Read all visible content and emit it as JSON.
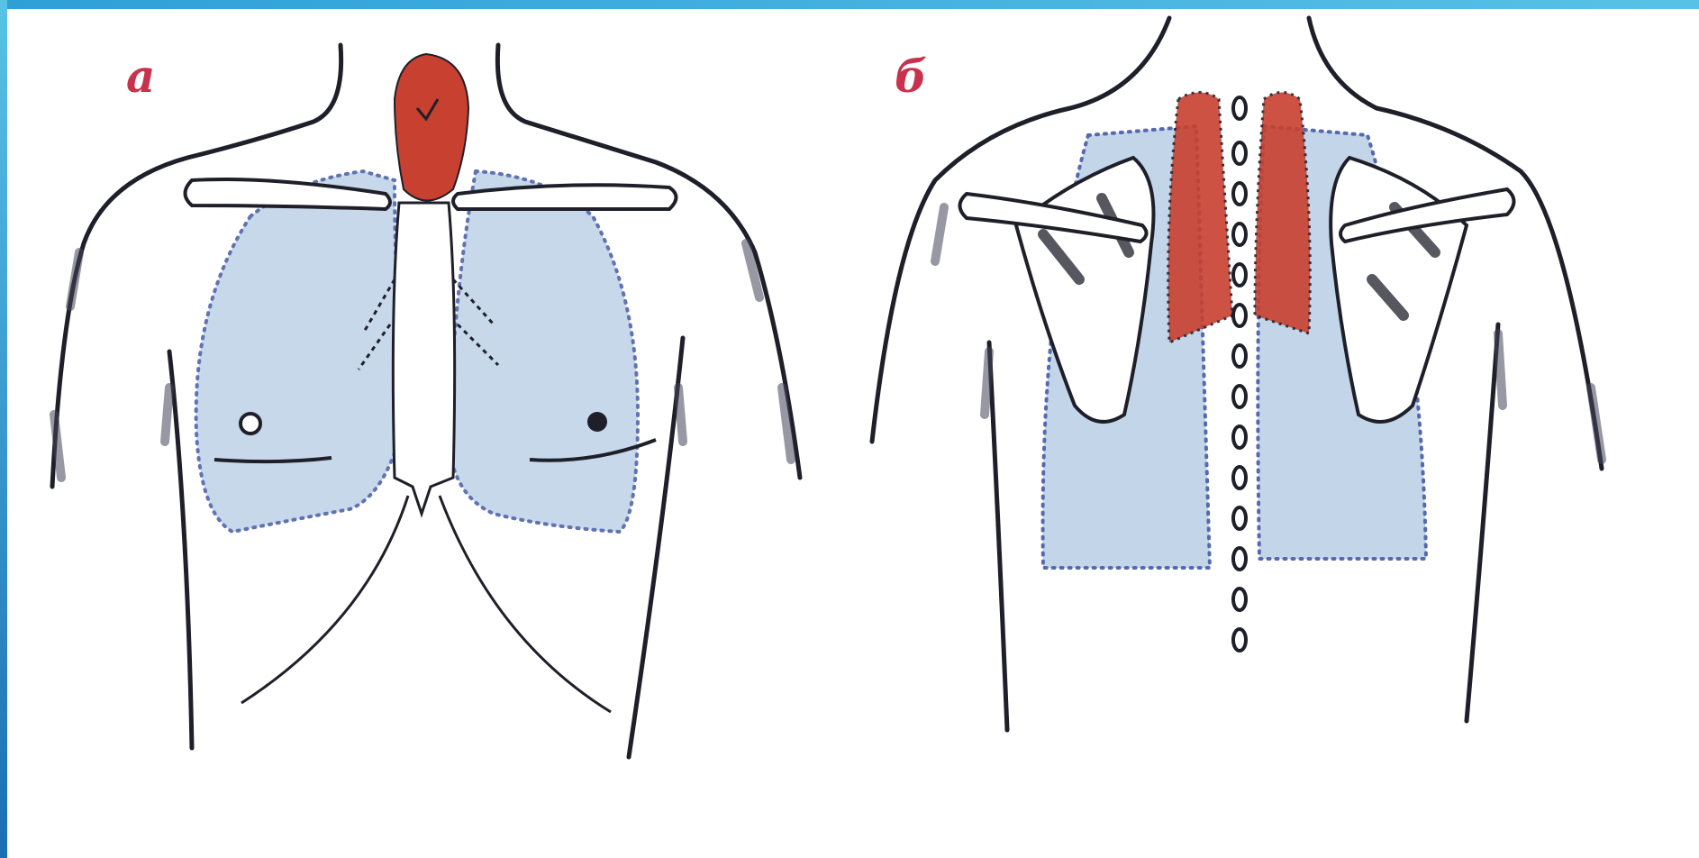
{
  "figure": {
    "panels": [
      {
        "label": "а",
        "view": "anterior"
      },
      {
        "label": "б",
        "view": "posterior"
      }
    ],
    "colors": {
      "frame_accent": "#3aa8e0",
      "outline": "#1f1f2a",
      "lung_fill": "#b9cfe6",
      "lung_border": "#3a4fa0",
      "highlight_region": "#c8402f",
      "label": "#c8324c"
    }
  }
}
